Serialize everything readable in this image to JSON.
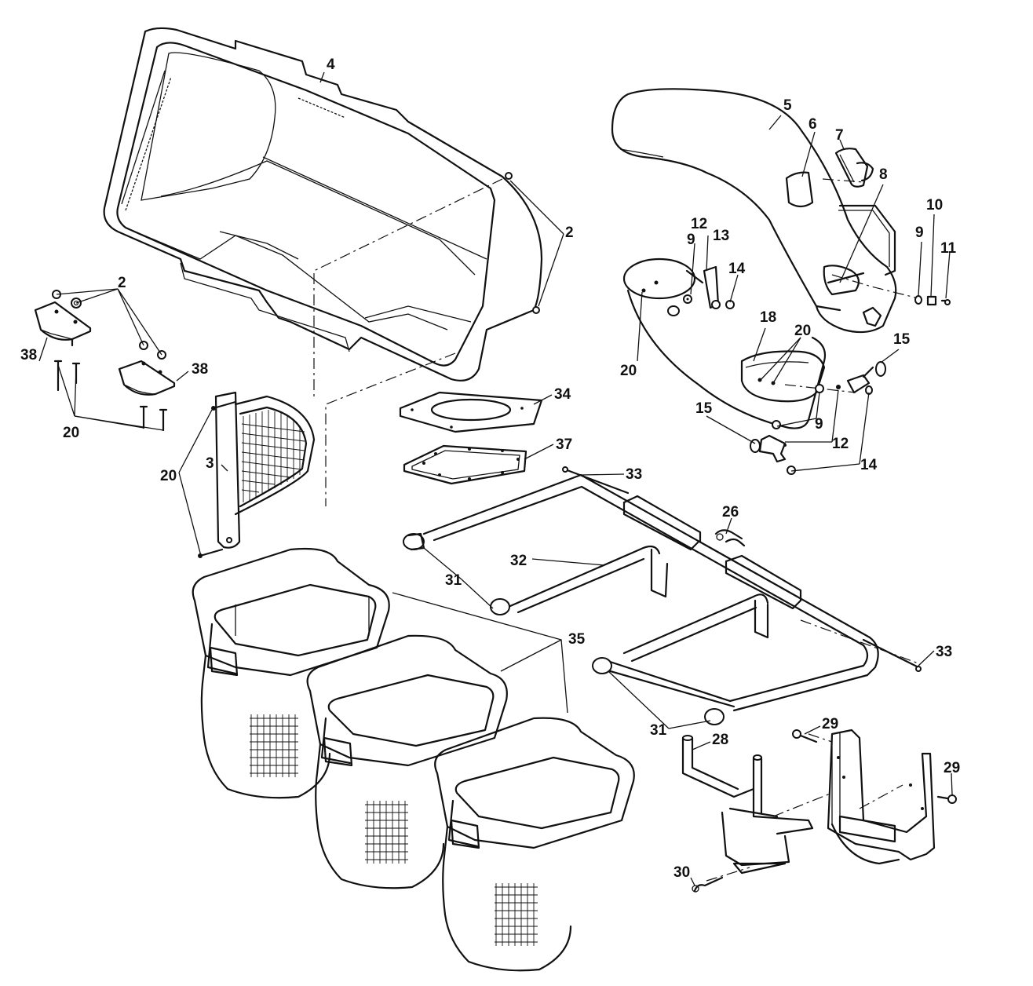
{
  "callouts": {
    "c2a": "2",
    "c2b": "2",
    "c3": "3",
    "c4": "4",
    "c5": "5",
    "c6": "6",
    "c7": "7",
    "c8": "8",
    "c9a": "9",
    "c9b": "9",
    "c9c": "9",
    "c10": "10",
    "c11": "11",
    "c12a": "12",
    "c12b": "12",
    "c13": "13",
    "c14a": "14",
    "c14b": "14",
    "c15a": "15",
    "c15b": "15",
    "c18": "18",
    "c20a": "20",
    "c20b": "20",
    "c20c": "20",
    "c20d": "20",
    "c26": "26",
    "c28": "28",
    "c29a": "29",
    "c29b": "29",
    "c30": "30",
    "c31a": "31",
    "c31b": "31",
    "c32": "32",
    "c33a": "33",
    "c33b": "33",
    "c34": "34",
    "c35": "35",
    "c37": "37",
    "c38a": "38",
    "c38b": "38"
  }
}
